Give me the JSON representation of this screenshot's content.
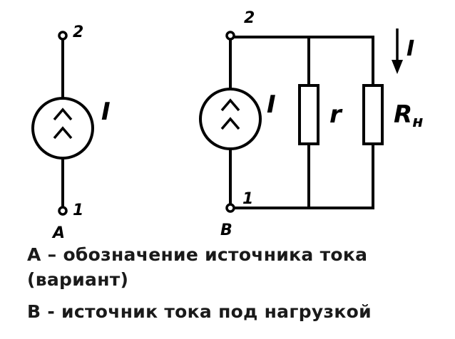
{
  "diagram_a": {
    "terminal_top_label": "2",
    "terminal_bottom_label": "1",
    "source_label": "I",
    "figure_label": "A"
  },
  "diagram_b": {
    "terminal_top_label": "2",
    "terminal_bottom_label": "1",
    "source_label": "I",
    "resistor_r_label": "r",
    "resistor_load_label_main": "R",
    "resistor_load_label_sub": "н",
    "current_label": "I",
    "figure_label": "B"
  },
  "captions": {
    "line_a_1": "А – обозначение источника тока",
    "line_a_2": "(вариант)",
    "line_b": "В - источник тока под нагрузкой"
  },
  "colors": {
    "stroke": "#000000",
    "background": "#ffffff",
    "text": "#1a1a1a"
  }
}
